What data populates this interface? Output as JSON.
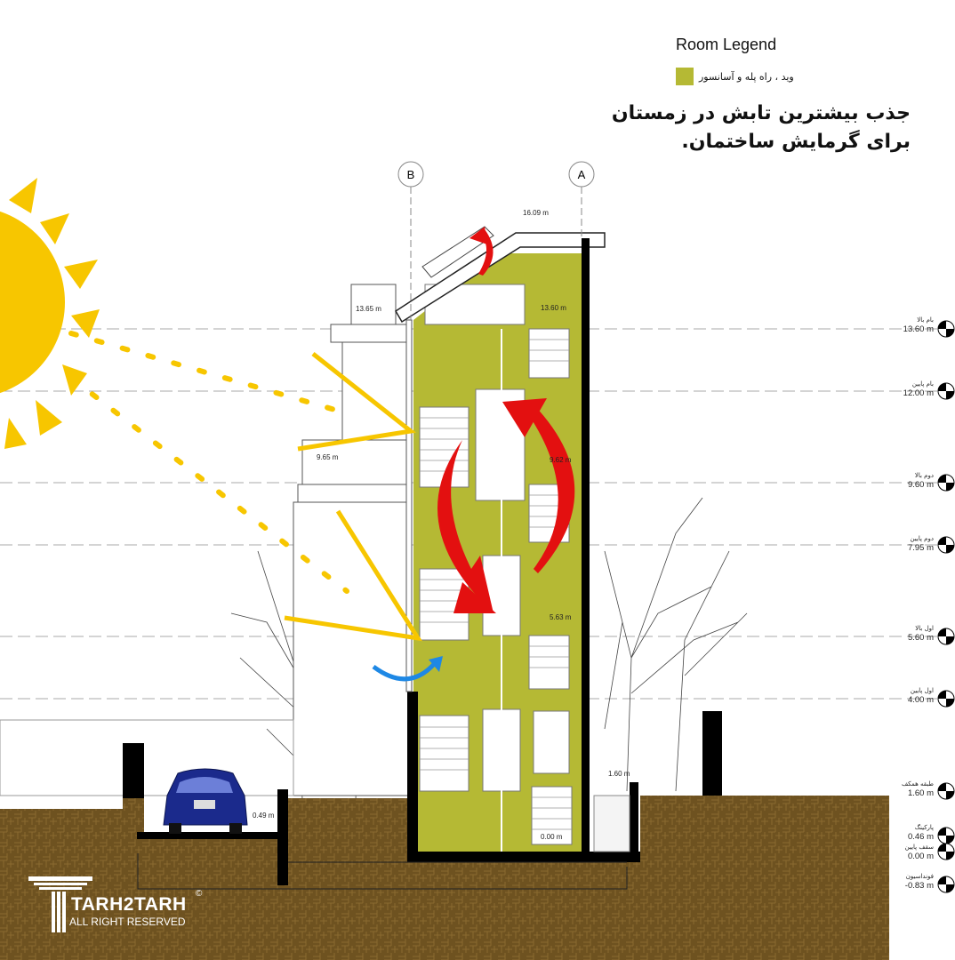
{
  "legend": {
    "title": "Room Legend",
    "items": [
      {
        "label": "وید ، راه پله و آسانسور",
        "color": "#b5b934"
      }
    ]
  },
  "headline": "جذب بیشترین تابش در زمستان برای گرمایش ساختمان.",
  "grid_axes": [
    "B",
    "A"
  ],
  "spot_elevations": [
    "16.09 m",
    "13.65 m",
    "13.60 m",
    "9.65 m",
    "9.62 m",
    "5.63 m",
    "1.60 m",
    "0.49 m",
    "0.00 m"
  ],
  "levels": [
    {
      "name": "بام بالا",
      "elevation": "13.60 m"
    },
    {
      "name": "بام پایین",
      "elevation": "12.00 m"
    },
    {
      "name": "دوم بالا",
      "elevation": "9.60 m"
    },
    {
      "name": "دوم پایین",
      "elevation": "7.95 m"
    },
    {
      "name": "اول بالا",
      "elevation": "5.60 m"
    },
    {
      "name": "اول پایین",
      "elevation": "4.00 m"
    },
    {
      "name": "طبقه همکف",
      "elevation": "1.60 m"
    },
    {
      "name": "پارکینگ",
      "elevation": "0.46 m"
    },
    {
      "name": "سقف پایین",
      "elevation": "0.00 m"
    },
    {
      "name": "فونداسیون",
      "elevation": "-0.83 m"
    }
  ],
  "watermark": {
    "title": "TARH2TARH",
    "subtitle": "ALL RIGHT RESERVED",
    "copyright": "©"
  },
  "colors": {
    "void": "#b5b934",
    "sun": "#f7c600",
    "heat_arrow": "#e31010",
    "air_arrow": "#1e88e5",
    "ground": "#6e5220"
  }
}
